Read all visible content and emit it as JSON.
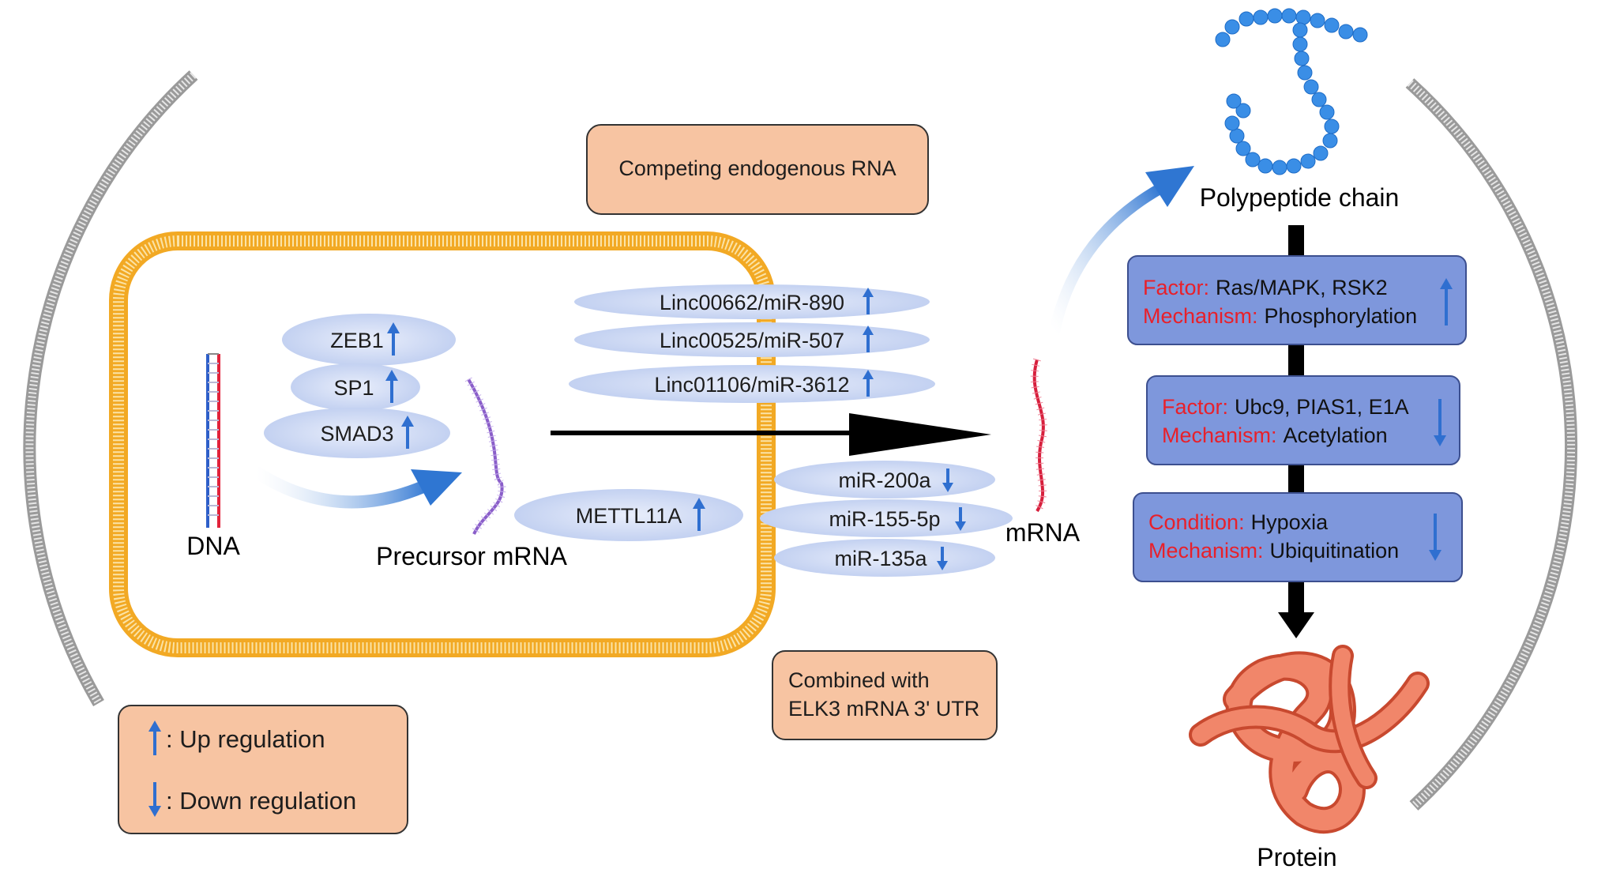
{
  "colors": {
    "salmon_box": "#f7c4a2",
    "salmon_border": "#333333",
    "blue_box": "#7e97dc",
    "blue_box_border": "#3c4f8f",
    "pill_fill": "#c9d5f2",
    "membrane": "#f5b93a",
    "arrow_blue": "#3a7fd5",
    "label_red": "#e8202a",
    "protein": "#ee7a5a",
    "bead": "#3a8ee6"
  },
  "labels": {
    "dna": "DNA",
    "precursor": "Precursor mRNA",
    "mrna": "mRNA",
    "polypeptide": "Polypeptide chain",
    "protein": "Protein"
  },
  "boxes": {
    "cerna": "Competing endogenous RNA",
    "combined_line1": "Combined with",
    "combined_line2": "ELK3 mRNA 3' UTR"
  },
  "legend": {
    "up": ": Up regulation",
    "down": ": Down regulation"
  },
  "transcription_factors": [
    {
      "name": "ZEB1",
      "direction": "up"
    },
    {
      "name": "SP1",
      "direction": "up"
    },
    {
      "name": "SMAD3",
      "direction": "up"
    }
  ],
  "cerna_items": [
    {
      "name": "Linc00662/miR-890",
      "direction": "up"
    },
    {
      "name": "Linc00525/miR-507",
      "direction": "up"
    },
    {
      "name": "Linc01106/miR-3612",
      "direction": "up"
    }
  ],
  "methyltransferase": {
    "name": "METTL11A",
    "direction": "up"
  },
  "mirnas": [
    {
      "name": "miR-200a",
      "direction": "down"
    },
    {
      "name": "miR-155-5p",
      "direction": "down"
    },
    {
      "name": "miR-135a",
      "direction": "down"
    }
  ],
  "ptm_boxes": [
    {
      "key_label": "Factor:",
      "key_value": "Ras/MAPK, RSK2",
      "mech_label": "Mechanism:",
      "mech_value": "Phosphorylation",
      "direction": "up"
    },
    {
      "key_label": "Factor:",
      "key_value": "Ubc9, PIAS1, E1A",
      "mech_label": "Mechanism:",
      "mech_value": "Acetylation",
      "direction": "down"
    },
    {
      "key_label": "Condition:",
      "key_value": "Hypoxia",
      "mech_label": "Mechanism:",
      "mech_value": "Ubiquitination",
      "direction": "down"
    }
  ]
}
